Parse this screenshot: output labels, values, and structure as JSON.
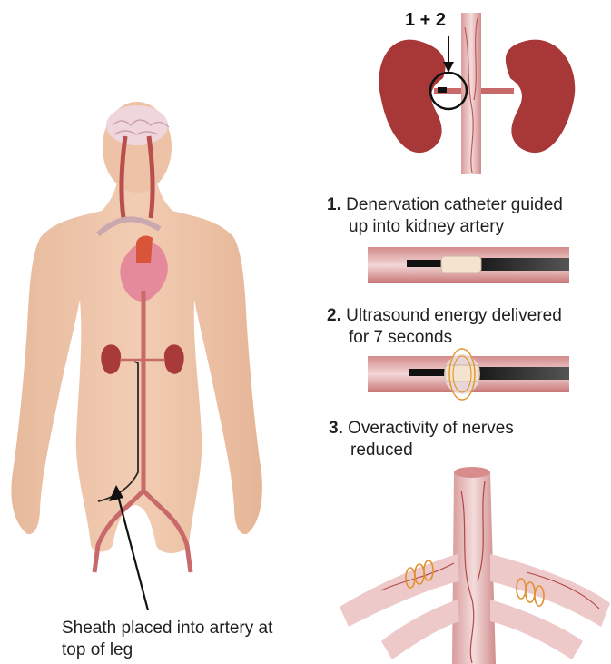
{
  "diagram": {
    "kidney_label": "1 + 2",
    "steps": [
      {
        "number": "1.",
        "line1": "Denervation catheter guided",
        "line2": "up into kidney artery"
      },
      {
        "number": "2.",
        "line1": "Ultrasound energy delivered",
        "line2": "for 7 seconds"
      },
      {
        "number": "3.",
        "line1": "Overactivity of nerves",
        "line2": "reduced"
      }
    ],
    "sheath_label": {
      "line1": "Sheath placed into artery at",
      "line2": "top of leg"
    }
  }
}
